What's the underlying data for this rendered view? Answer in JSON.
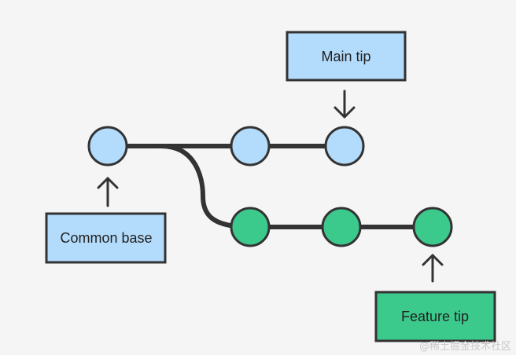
{
  "labels": {
    "main_tip": "Main tip",
    "common_base": "Common base",
    "feature_tip": "Feature tip"
  },
  "branches": {
    "main": {
      "commit_count": 3,
      "color": "#b3dbfb"
    },
    "feature": {
      "commit_count": 3,
      "color": "#3cc98c"
    }
  },
  "colors": {
    "background": "#f5f5f5",
    "line": "#333333",
    "main_fill": "#b3dbfb",
    "feature_fill": "#3cc98c",
    "outline": "#333333"
  },
  "icons": {
    "pointer": "arrow-icon"
  },
  "watermark": "@稀土掘金技术社区"
}
